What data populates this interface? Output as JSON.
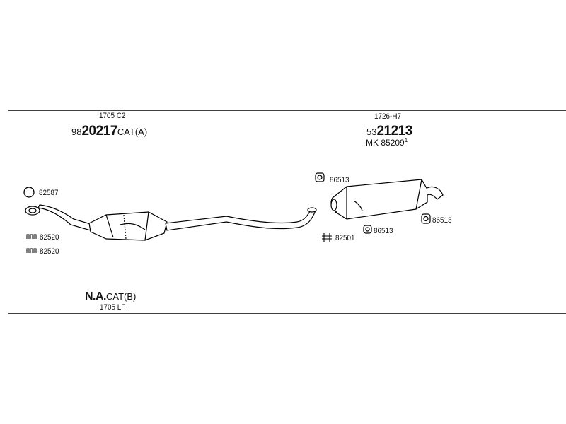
{
  "section_a": {
    "ref_code": "1705 C2",
    "part_prefix": "98",
    "part_number": "20217",
    "part_suffix": "CAT(A)",
    "ring_part": "82587",
    "clamp_part_1": "82520",
    "clamp_part_2": "82520",
    "bottom_prefix": "N.A.",
    "bottom_suffix": "CAT(B)",
    "bottom_ref": "1705 LF"
  },
  "section_b": {
    "ref_code": "1726-H7",
    "part_prefix": "53",
    "part_number": "21213",
    "kit_prefix": "MK",
    "kit_number": "85209",
    "kit_sup": "1",
    "hanger_top": "86513",
    "hanger_mid": "86513",
    "hanger_right": "86513",
    "clamp_part": "82501"
  }
}
